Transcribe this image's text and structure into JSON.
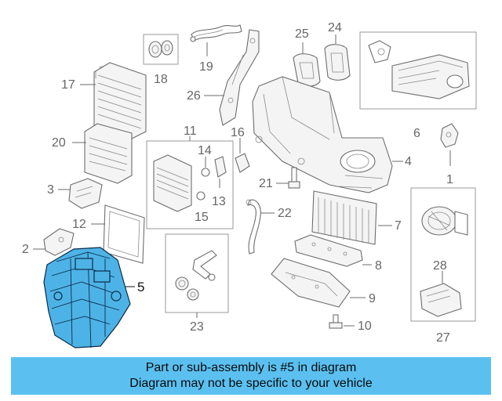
{
  "diagram": {
    "callouts": {
      "c1": "1",
      "c2": "2",
      "c3": "3",
      "c4": "4",
      "c5": "5",
      "c6": "6",
      "c7": "7",
      "c8": "8",
      "c9": "9",
      "c10": "10",
      "c11": "11",
      "c12": "12",
      "c13": "13",
      "c14": "14",
      "c15": "15",
      "c16": "16",
      "c17": "17",
      "c18": "18",
      "c19": "19",
      "c20": "20",
      "c21": "21",
      "c22": "22",
      "c23": "23",
      "c24": "24",
      "c25": "25",
      "c26": "26",
      "c27": "27",
      "c28": "28"
    },
    "highlight_color": "#4db3e6"
  },
  "banner": {
    "line1": "Part or sub-assembly is #5 in diagram",
    "line2": "Diagram may not be specific to your vehicle",
    "background": "#5bc0f0"
  }
}
